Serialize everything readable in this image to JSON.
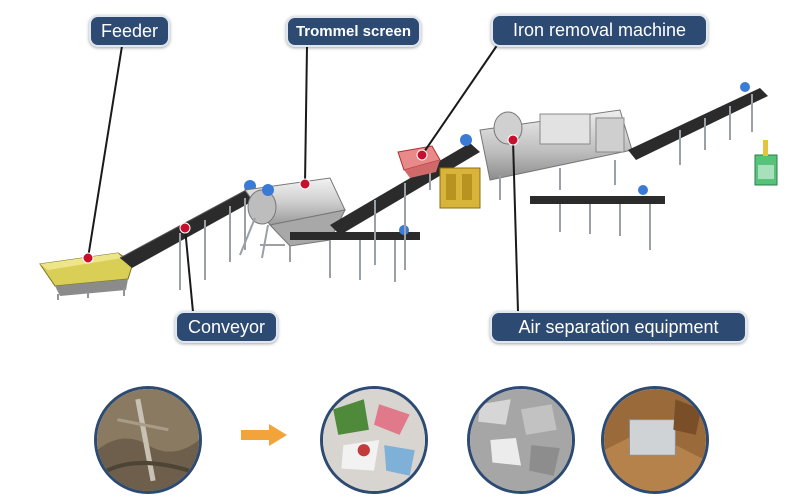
{
  "callouts": {
    "feeder": "Feeder",
    "trommel": "Trommel screen",
    "iron": "Iron removal machine",
    "conveyor": "Conveyor",
    "air": "Air separation equipment"
  },
  "colors": {
    "callout_bg": "#2c4a72",
    "marker": "#c8102e",
    "arrow": "#f2a43a",
    "conveyor_belt": "#2b2b2b",
    "frame": "#9aa0a6"
  },
  "icons": {
    "flow_arrow": "arrow-right-icon",
    "marker": "red-dot-marker-icon"
  }
}
